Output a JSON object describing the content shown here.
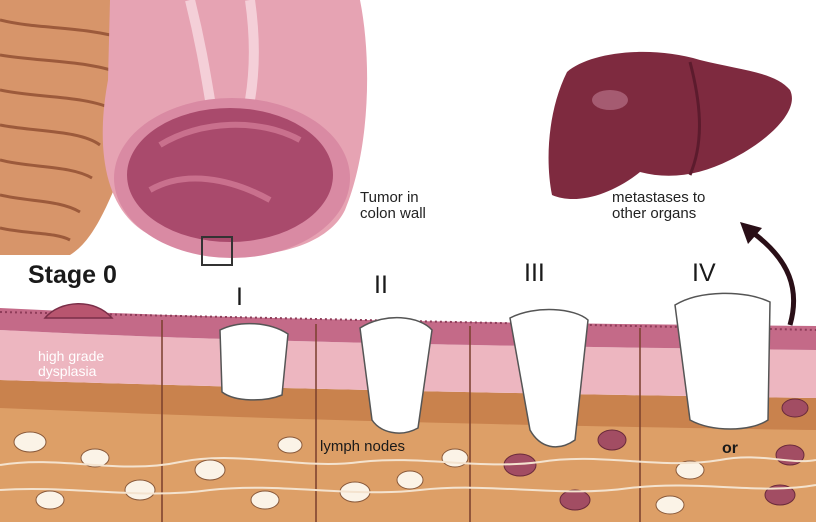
{
  "labels": {
    "tumor_caption_line1": "Tumor in",
    "tumor_caption_line2": "colon wall",
    "metastases_line1": "metastases to",
    "metastases_line2": "other organs",
    "stage0": "Stage 0",
    "stage1": "I",
    "stage2": "II",
    "stage3": "III",
    "stage4": "IV",
    "dysplasia_line1": "high grade",
    "dysplasia_line2": "dysplasia",
    "lymph_nodes": "lymph nodes",
    "or": "or"
  },
  "colors": {
    "colon_outer": "#e7a9b5",
    "colon_lumen": "#a94a6c",
    "liver": "#7e2a3f",
    "tumor": "#ffffff",
    "mucosa": "#c46a88",
    "submucosa": "#edb6c0",
    "muscle": "#c9824d",
    "fat": "#dd9f67",
    "lymph_node": "#fbf3e7",
    "diseased_node": "#a24d63"
  }
}
